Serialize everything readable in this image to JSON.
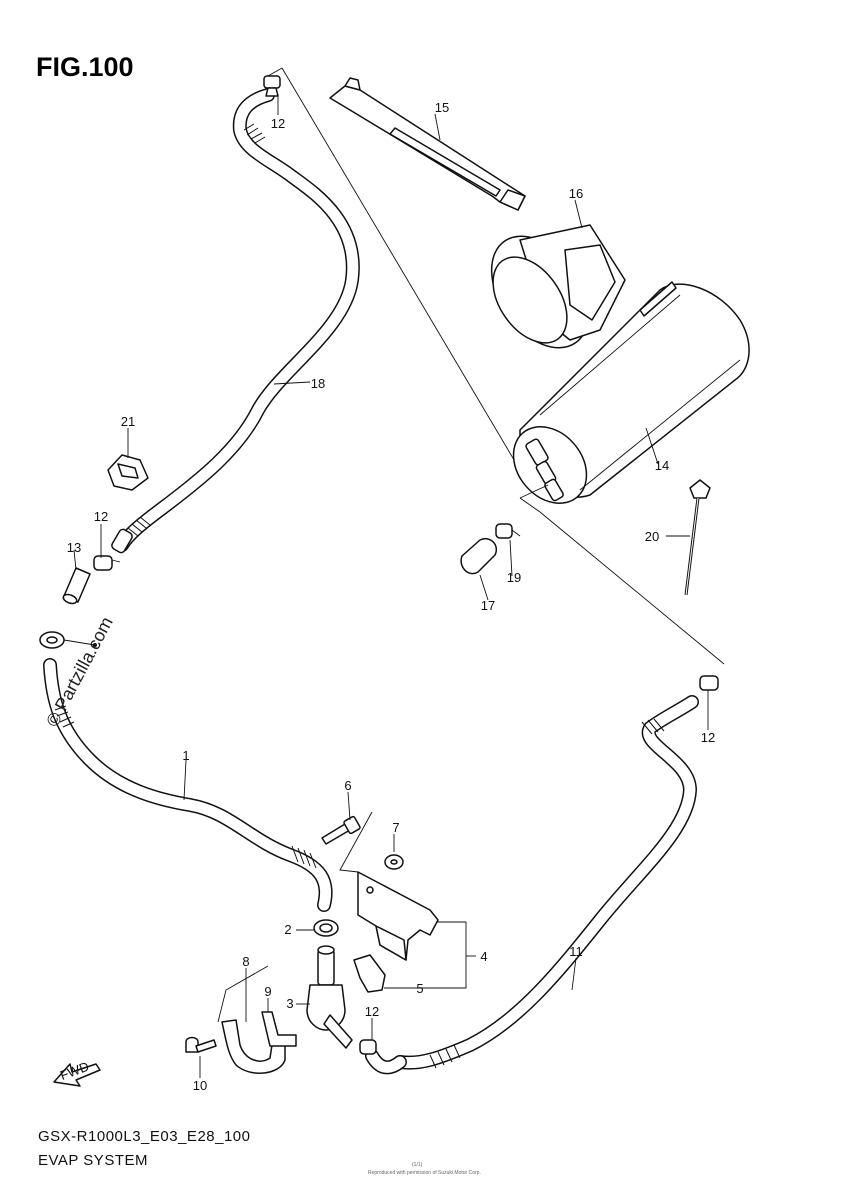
{
  "figure": {
    "title": "FIG.100",
    "model_code": "GSX-R1000L3_E03_E28_100",
    "section_title": "EVAP SYSTEM",
    "watermark": "© Partzilla.com",
    "credit": "Reproduced with permission of Suzuki Motor Corp.",
    "page_ref": "(1/1)",
    "fwd_label": "FWD"
  },
  "callouts": [
    {
      "id": "c1",
      "label": "1"
    },
    {
      "id": "c2",
      "label": "2"
    },
    {
      "id": "c3",
      "label": "3"
    },
    {
      "id": "c4",
      "label": "4"
    },
    {
      "id": "c5",
      "label": "5"
    },
    {
      "id": "c6",
      "label": "6"
    },
    {
      "id": "c7",
      "label": "7"
    },
    {
      "id": "c8",
      "label": "8"
    },
    {
      "id": "c9",
      "label": "9"
    },
    {
      "id": "c10",
      "label": "10"
    },
    {
      "id": "c11",
      "label": "11"
    },
    {
      "id": "c12a",
      "label": "12"
    },
    {
      "id": "c12b",
      "label": "12"
    },
    {
      "id": "c12c",
      "label": "12"
    },
    {
      "id": "c12d",
      "label": "12"
    },
    {
      "id": "c13",
      "label": "13"
    },
    {
      "id": "c14",
      "label": "14"
    },
    {
      "id": "c15",
      "label": "15"
    },
    {
      "id": "c16",
      "label": "16"
    },
    {
      "id": "c17",
      "label": "17"
    },
    {
      "id": "c18",
      "label": "18"
    },
    {
      "id": "c19",
      "label": "19"
    },
    {
      "id": "c20",
      "label": "20"
    },
    {
      "id": "c21",
      "label": "21"
    }
  ]
}
